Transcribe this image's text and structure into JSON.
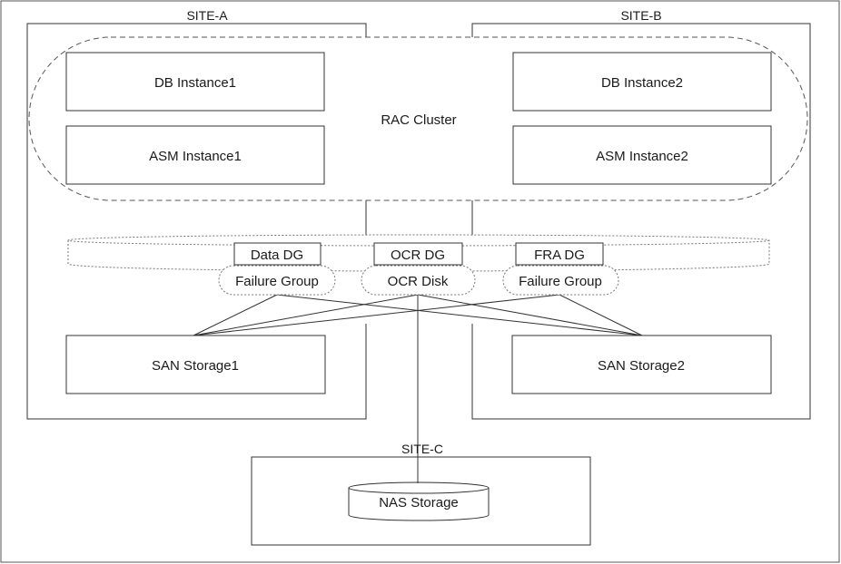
{
  "sites": {
    "a": "SITE-A",
    "b": "SITE-B",
    "c": "SITE-C"
  },
  "cluster": {
    "label": "RAC Cluster"
  },
  "instances": {
    "db1": "DB Instance1",
    "db2": "DB Instance2",
    "asm1": "ASM Instance1",
    "asm2": "ASM Instance2"
  },
  "disk_groups": {
    "data": "Data DG",
    "ocr": "OCR DG",
    "fra": "FRA DG"
  },
  "pills": {
    "left": "Failure Group",
    "middle": "OCR Disk",
    "right": "Failure Group"
  },
  "storage": {
    "san1": "SAN Storage1",
    "san2": "SAN Storage2",
    "nas": "NAS Storage"
  }
}
